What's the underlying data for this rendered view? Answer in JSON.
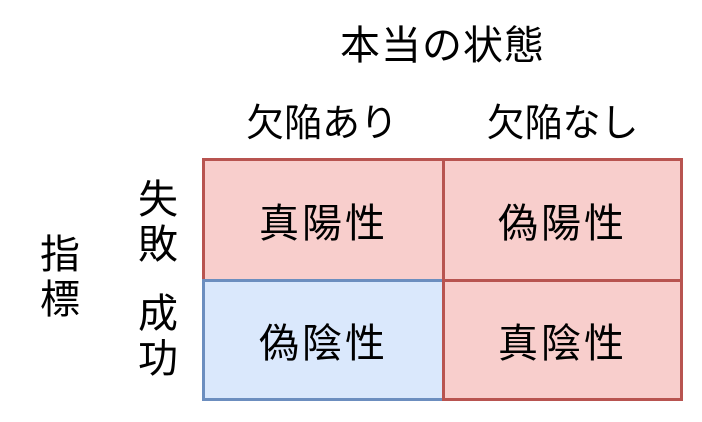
{
  "diagram": {
    "title": "本当の状態",
    "columns": {
      "header_0": "欠陥あり",
      "header_1": "欠陥なし"
    },
    "rows": {
      "axis_label": "指\n標",
      "header_0": "失\n敗",
      "header_1": "成\n功"
    },
    "cells": [
      {
        "label": "真陽性",
        "variant": "pink"
      },
      {
        "label": "偽陽性",
        "variant": "pink"
      },
      {
        "label": "偽陰性",
        "variant": "blue"
      },
      {
        "label": "真陰性",
        "variant": "pink"
      }
    ],
    "colors": {
      "pink_fill": "#F8CECC",
      "pink_border": "#B85450",
      "blue_fill": "#DAE8FC",
      "blue_border": "#6C8EBF",
      "text": "#000000",
      "background": "#FFFFFF"
    }
  }
}
